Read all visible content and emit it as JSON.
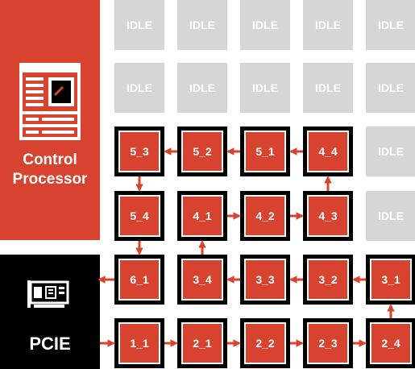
{
  "colors": {
    "accent": "#d84330",
    "idle": "#d6d6d6",
    "dark": "#000000"
  },
  "control_processor": {
    "label_line1": "Control",
    "label_line2": "Processor",
    "icon": "server-rack-icon"
  },
  "pcie": {
    "label": "PCIE",
    "icon": "pcie-card-icon"
  },
  "idle_label": "IDLE",
  "tiles": {
    "r0c0": "IDLE",
    "r0c1": "IDLE",
    "r0c2": "IDLE",
    "r0c3": "IDLE",
    "r0c4": "IDLE",
    "r1c0": "IDLE",
    "r1c1": "IDLE",
    "r1c2": "IDLE",
    "r1c3": "IDLE",
    "r1c4": "IDLE",
    "r2c0": "5_3",
    "r2c1": "5_2",
    "r2c2": "5_1",
    "r2c3": "4_4",
    "r2c4": "IDLE",
    "r3c0": "5_4",
    "r3c1": "4_1",
    "r3c2": "4_2",
    "r3c3": "4_3",
    "r3c4": "IDLE",
    "r4c0": "6_1",
    "r4c1": "3_4",
    "r4c2": "3_3",
    "r4c3": "3_2",
    "r4c4": "3_1",
    "r5c0": "1_1",
    "r5c1": "2_1",
    "r5c2": "2_2",
    "r5c3": "2_3",
    "r5c4": "2_4"
  }
}
